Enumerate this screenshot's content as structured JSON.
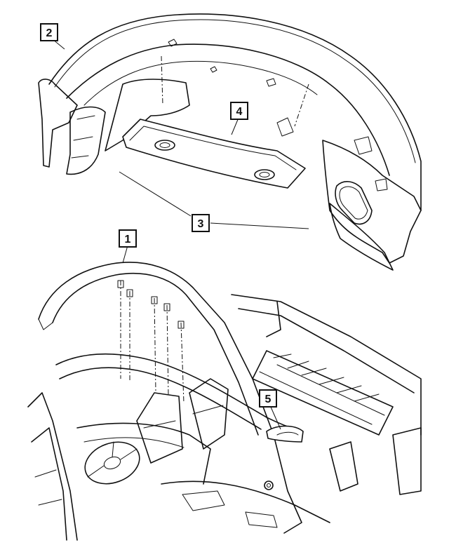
{
  "callouts": [
    {
      "id": "1",
      "label": "1"
    },
    {
      "id": "2",
      "label": "2"
    },
    {
      "id": "3",
      "label": "3"
    },
    {
      "id": "4",
      "label": "4"
    },
    {
      "id": "5",
      "label": "5"
    }
  ],
  "colors": {
    "line": "#111111",
    "background": "#ffffff"
  }
}
